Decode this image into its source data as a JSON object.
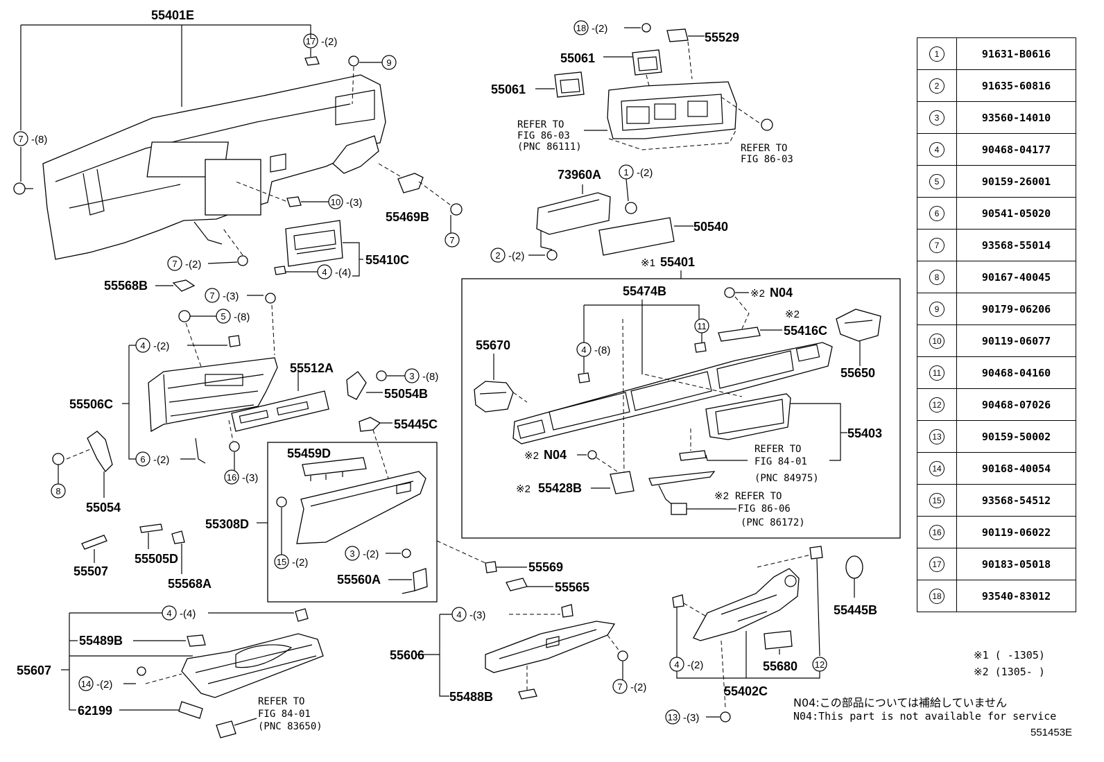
{
  "parts": {
    "p55401E": "55401E",
    "p55529": "55529",
    "p55061a": "55061",
    "p55061b": "55061",
    "p73960A": "73960A",
    "p50540": "50540",
    "p55401": "55401",
    "p55469B": "55469B",
    "p55410C": "55410C",
    "p55568B": "55568B",
    "p55474B": "55474B",
    "p55416C": "55416C",
    "p55650": "55650",
    "p55670": "55670",
    "p55512A": "55512A",
    "p55054B": "55054B",
    "p55506C": "55506C",
    "p55054": "55054",
    "p55445C": "55445C",
    "p55459D": "55459D",
    "p55308D": "55308D",
    "p55403": "55403",
    "p55428B": "55428B",
    "p55507": "55507",
    "p55505D": "55505D",
    "p55568A": "55568A",
    "p55569": "55569",
    "p55565": "55565",
    "p55560A": "55560A",
    "p55445B": "55445B",
    "p55489B": "55489B",
    "p55607": "55607",
    "p62199": "62199",
    "p55606": "55606",
    "p55488B": "55488B",
    "p55680": "55680",
    "p55402C": "55402C",
    "pN04a": "N04",
    "pN04b": "N04"
  },
  "qty": {
    "q17": "-(2)",
    "q18": "-(2)",
    "q7a": "-(8)",
    "q10": "-(3)",
    "q1": "-(2)",
    "q2": "-(2)",
    "q7b": "-(2)",
    "q4a": "-(4)",
    "q7c": "-(3)",
    "q5": "-(8)",
    "q4b": "-(2)",
    "q3a": "-(8)",
    "q6": "-(2)",
    "q16": "-(3)",
    "q4c": "-(8)",
    "q15": "-(2)",
    "q3b": "-(2)",
    "q4d": "-(4)",
    "q14": "-(2)",
    "q4e": "-(3)",
    "q7d": "-(2)",
    "q4f": "-(2)",
    "q13": "-(3)"
  },
  "markers": {
    "m1": "※1",
    "m2a": "※2",
    "m2b": "※2",
    "m2c": "※2",
    "m2d": "※2",
    "m2e": "※2"
  },
  "refs": {
    "r1_l1": "REFER TO",
    "r1_l2": "FIG 86-03",
    "r1_l3": "(PNC 86111)",
    "r2_l1": "REFER TO",
    "r2_l2": "FIG 86-03",
    "r3_l1": "REFER TO",
    "r3_l2": "FIG 84-01",
    "r3_l3": "(PNC 84975)",
    "r4_l1": "REFER TO",
    "r4_l2": "FIG 86-06",
    "r4_l3": "(PNC 86172)",
    "r5_l1": "REFER TO",
    "r5_l2": "FIG 84-01",
    "r5_l3": "(PNC 83650)"
  },
  "fasteners": [
    {
      "num": "1",
      "part": "91631-B0616"
    },
    {
      "num": "2",
      "part": "91635-60816"
    },
    {
      "num": "3",
      "part": "93560-14010"
    },
    {
      "num": "4",
      "part": "90468-04177"
    },
    {
      "num": "5",
      "part": "90159-26001"
    },
    {
      "num": "6",
      "part": "90541-05020"
    },
    {
      "num": "7",
      "part": "93568-55014"
    },
    {
      "num": "8",
      "part": "90167-40045"
    },
    {
      "num": "9",
      "part": "90179-06206"
    },
    {
      "num": "10",
      "part": "90119-06077"
    },
    {
      "num": "11",
      "part": "90468-04160"
    },
    {
      "num": "12",
      "part": "90468-07026"
    },
    {
      "num": "13",
      "part": "90159-50002"
    },
    {
      "num": "14",
      "part": "90168-40054"
    },
    {
      "num": "15",
      "part": "93568-54512"
    },
    {
      "num": "16",
      "part": "90119-06022"
    },
    {
      "num": "17",
      "part": "90183-05018"
    },
    {
      "num": "18",
      "part": "93540-83012"
    }
  ],
  "notes": {
    "range1": "※1 (     -1305)",
    "range2": "※2 (1305-     )",
    "n04_jp": "N04:この部品については補給していません",
    "n04_en": "N04:This part is not available for service",
    "fig_id": "551453E"
  }
}
